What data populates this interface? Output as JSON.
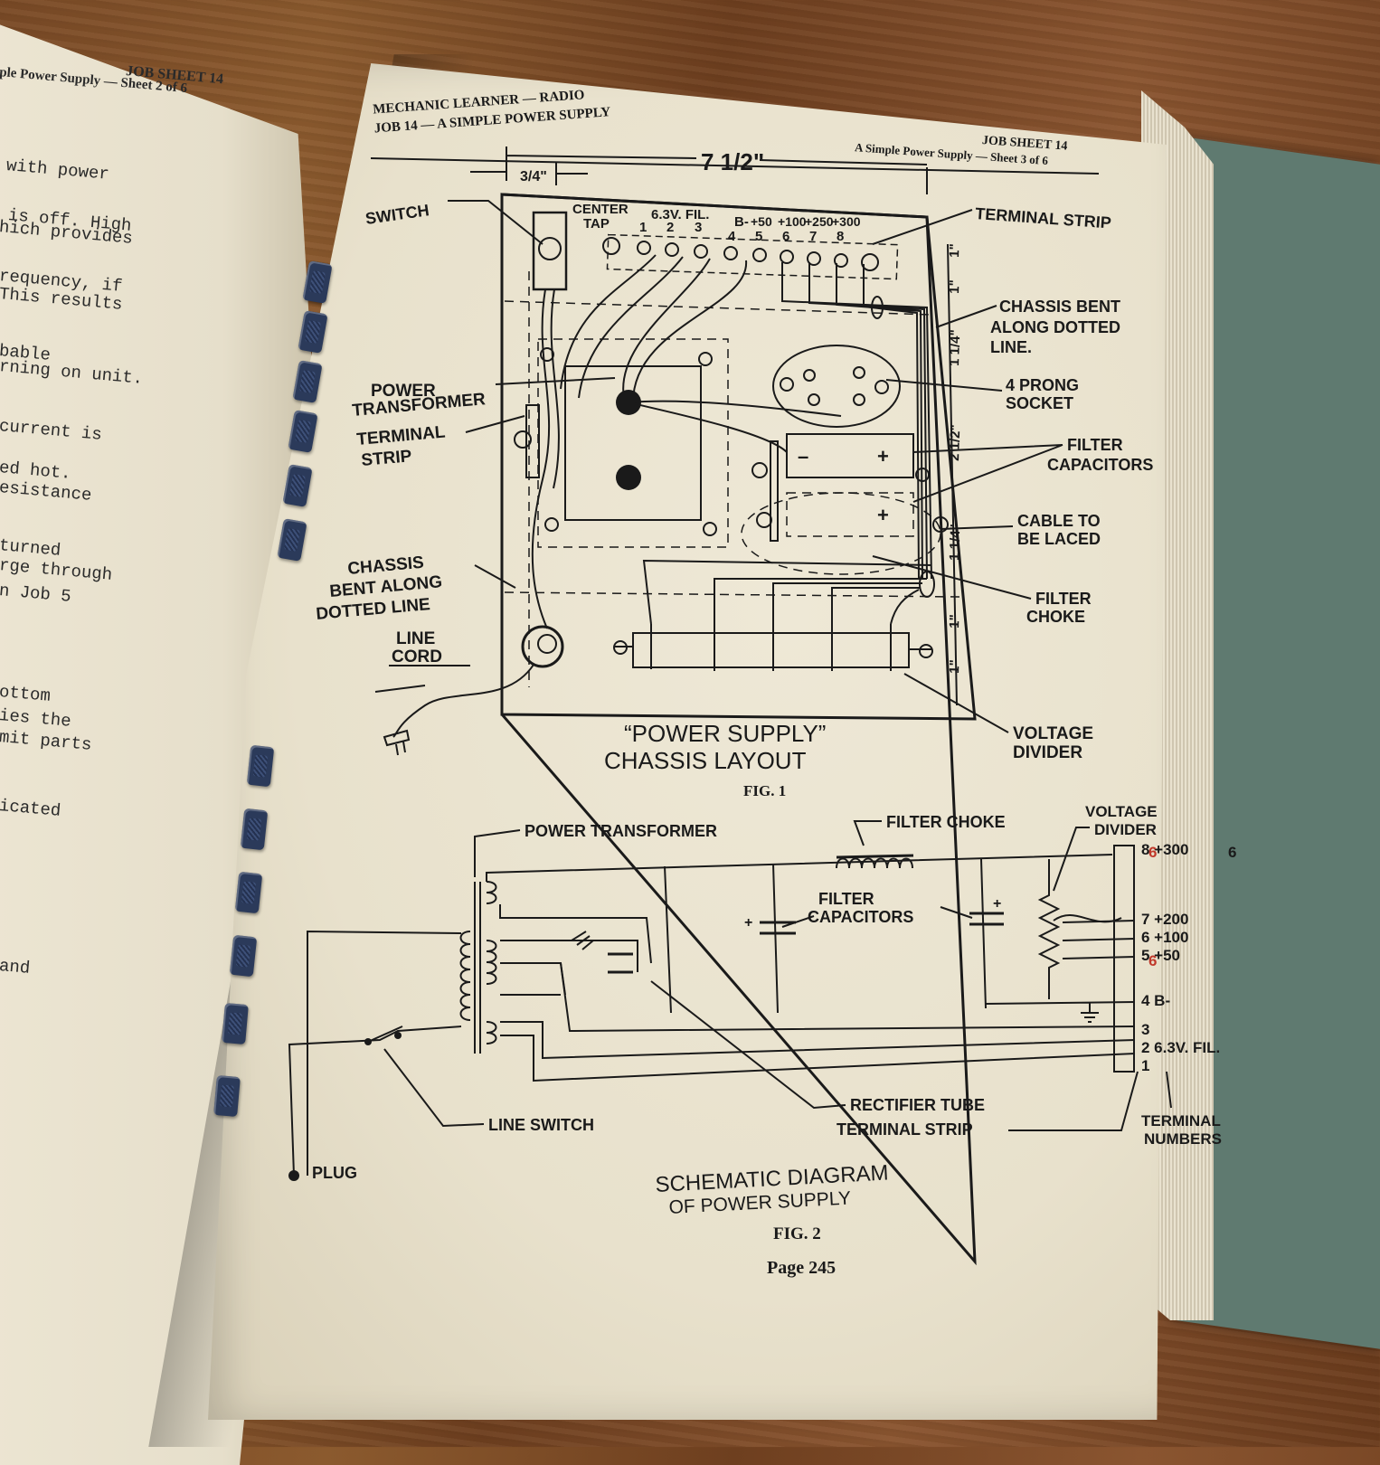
{
  "left_page": {
    "header": "JOB SHEET 14",
    "subheader": "ple Power Supply — Sheet 2 of 6",
    "lines": [
      "with power",
      "is off.  High",
      "hich provides",
      "requency, if",
      "This results",
      "bable",
      "rning on unit.",
      "current is",
      "ed hot.",
      "esistance",
      " turned",
      "rge through",
      "n Job 5",
      "ottom",
      "ies the",
      "mit parts",
      "icated",
      "and"
    ]
  },
  "right_page": {
    "header_left_1": "MECHANIC LEARNER — RADIO",
    "header_left_2": "JOB 14 — A SIMPLE POWER SUPPLY",
    "header_right_1": "JOB SHEET 14",
    "header_right_2": "A Simple Power Supply — Sheet 3 of 6",
    "fig1": {
      "dim_width": "7 1/2\"",
      "dim_small": "3/4\"",
      "terminal_top_labels": [
        "CENTER",
        "TAP",
        "6.3V. FIL.",
        "B-"
      ],
      "terminal_voltages": [
        "+50",
        "+100",
        "+250",
        "+300"
      ],
      "terminal_numbers": [
        "1",
        "2",
        "3",
        "4",
        "5",
        "6",
        "7",
        "8"
      ],
      "side_dims": [
        "1\"",
        "1\"",
        "1 1/4\"",
        "2 1/2\"",
        "1 1/4\"",
        "1\"",
        "1\""
      ],
      "labels": {
        "switch": "SWITCH",
        "terminal_strip_top": "TERMINAL STRIP",
        "chassis_bent_1": "CHASSIS BENT",
        "chassis_bent_2": "ALONG DOTTED",
        "chassis_bent_3": "LINE.",
        "power_1": "POWER",
        "power_2": "TRANSFORMER",
        "tstrip_1": "TERMINAL",
        "tstrip_2": "STRIP",
        "prong_1": "4 PRONG",
        "prong_2": "SOCKET",
        "filter_cap_1": "FILTER",
        "filter_cap_2": "CAPACITORS",
        "cable_1": "CABLE TO",
        "cable_2": "BE LACED",
        "choke_1": "FILTER",
        "choke_2": "CHOKE",
        "chassis_l1": "CHASSIS",
        "chassis_l2": "BENT ALONG",
        "chassis_l3": "DOTTED LINE",
        "line_1": "LINE",
        "line_2": "CORD",
        "vdiv_1": "VOLTAGE",
        "vdiv_2": "DIVIDER"
      },
      "title_1": "“POWER SUPPLY”",
      "title_2": "CHASSIS LAYOUT",
      "caption": "FIG. 1"
    },
    "fig2": {
      "labels": {
        "power_transformer": "POWER TRANSFORMER",
        "filter_choke": "FILTER CHOKE",
        "vdiv_1": "VOLTAGE",
        "vdiv_2": "DIVIDER",
        "filter_1": "FILTER",
        "filter_2": "CAPACITORS",
        "rectifier": "RECTIFIER TUBE",
        "terminal_strip": "TERMINAL STRIP",
        "line_switch": "LINE SWITCH",
        "plug": "PLUG",
        "term_num_1": "TERMINAL",
        "term_num_2": "NUMBERS"
      },
      "terminals": [
        "8 +300",
        "7 +200",
        "6 +100",
        "5 +50",
        "4 B-",
        "3",
        "2 6.3V. FIL.",
        "1"
      ],
      "handwritten": [
        "6",
        "6",
        "6"
      ],
      "title_1": "SCHEMATIC DIAGRAM",
      "title_2": "OF POWER SUPPLY",
      "caption": "FIG. 2"
    },
    "page_number": "Page 245"
  },
  "colors": {
    "paper": "#eae3cf",
    "ink": "#1a1a1a",
    "ring": "#2b3a5a",
    "cover": "#5f7a70",
    "red_pencil": "#c0392b"
  }
}
